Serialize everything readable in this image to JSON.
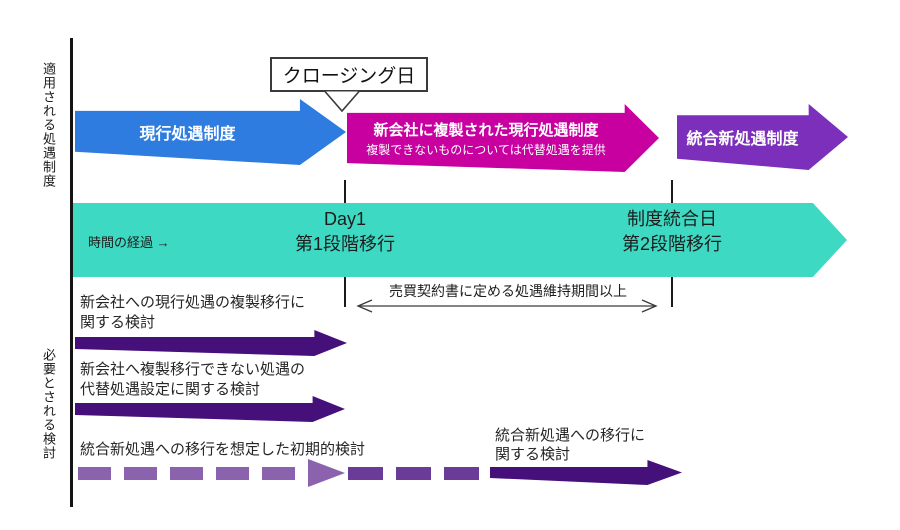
{
  "diagram": {
    "callout": {
      "label": "クロージング日"
    },
    "axis_labels": {
      "top": "適用される処遇制度",
      "bottom": "必要とされる検討"
    },
    "phases": {
      "current": {
        "label": "現行処遇制度",
        "color": "#2E7CE0"
      },
      "replicated": {
        "label": "新会社に複製された現行処遇制度",
        "sublabel": "複製できないものについては代替処遇を提供",
        "color": "#C800A0"
      },
      "integrated": {
        "label": "統合新処遇制度",
        "color": "#7C2FBA"
      }
    },
    "timeline": {
      "color": "#3DD9C2",
      "time_label": "時間の経過 →",
      "milestones": [
        {
          "line1": "Day1",
          "line2": "第1段階移行"
        },
        {
          "line1": "制度統合日",
          "line2": "第2段階移行"
        }
      ],
      "period_note": "売買契約書に定める処遇維持期間以上"
    },
    "studies": [
      {
        "line1": "新会社への現行処遇の複製移行に",
        "line2": "関する検討",
        "arrow_style": "solid"
      },
      {
        "line1": "新会社へ複製移行できない処遇の",
        "line2": "代替処遇設定に関する検討",
        "arrow_style": "solid"
      },
      {
        "line1": "統合新処遇への移行を想定した初期的検討",
        "line2": "",
        "arrow_style": "dashed"
      },
      {
        "line1": "統合新処遇への移行に",
        "line2": "関する検討",
        "arrow_style": "solid"
      }
    ],
    "colors": {
      "study_arrow_dark": "#46107A",
      "study_arrow_light": "#8A62AD",
      "study_arrow_mid": "#6B3C97",
      "axis": "#141414"
    }
  }
}
